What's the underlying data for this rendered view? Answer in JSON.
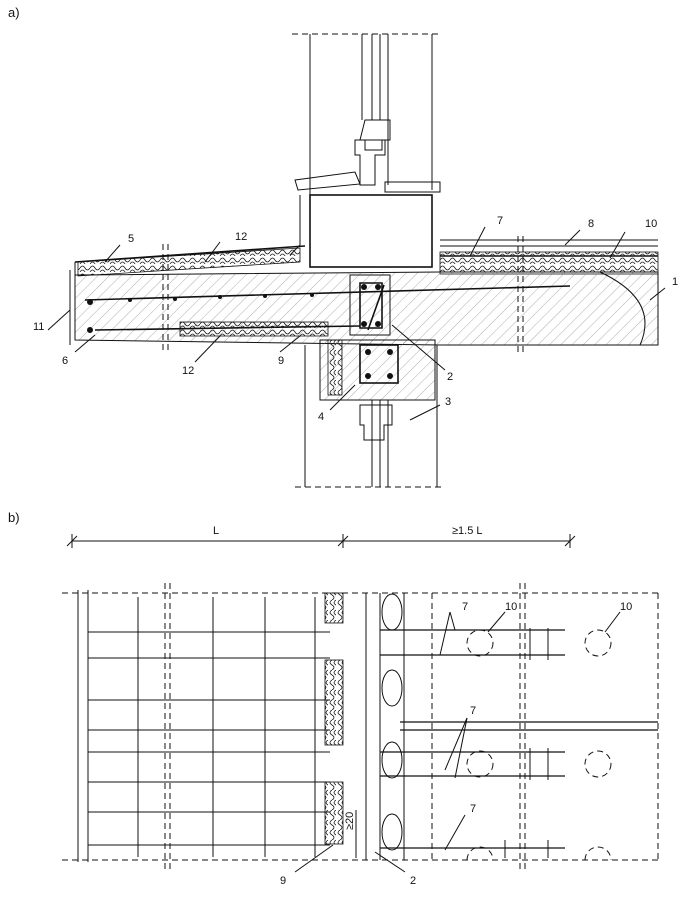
{
  "diagram": {
    "section_a_label": "a)",
    "section_b_label": "b)",
    "labels_a": {
      "l1": "1",
      "l2": "2",
      "l3": "3",
      "l4": "4",
      "l5": "5",
      "l6": "6",
      "l7": "7",
      "l8": "8",
      "l9": "9",
      "l10": "10",
      "l11": "11",
      "l12_top": "12",
      "l12_bottom": "12"
    },
    "labels_b": {
      "dim_L": "L",
      "dim_15L": "≥1.5 L",
      "dim_20": "≥20",
      "l7_top": "7",
      "l7_mid": "7",
      "l7_bot": "7",
      "l10_left": "10",
      "l10_right": "10",
      "l9": "9",
      "l2": "2"
    }
  }
}
